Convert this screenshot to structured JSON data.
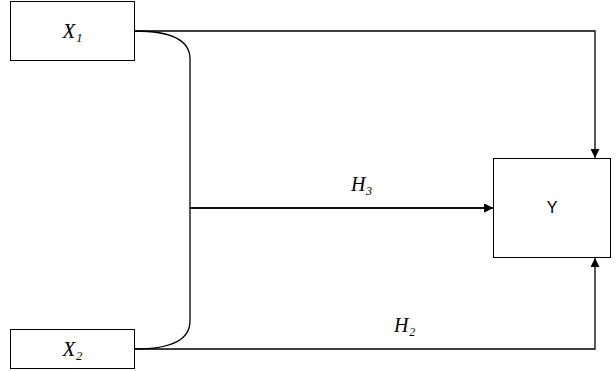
{
  "diagram": {
    "nodes": [
      {
        "text": [
          "X₁"
        ]
      },
      {
        "text": [
          "Y"
        ]
      },
      {
        "text": [
          "X₂"
        ]
      }
    ],
    "edges": [
      {
        "from": 0,
        "to": 1,
        "arrow": "to"
      },
      {
        "from": 0,
        "to": 1,
        "label": "H₃",
        "arrow": "to"
      },
      {
        "from": 2,
        "to": 1,
        "arrow": "to"
      },
      {
        "from": 2,
        "to": 1,
        "label": "H₂",
        "arrow": "to"
      }
    ]
  }
}
